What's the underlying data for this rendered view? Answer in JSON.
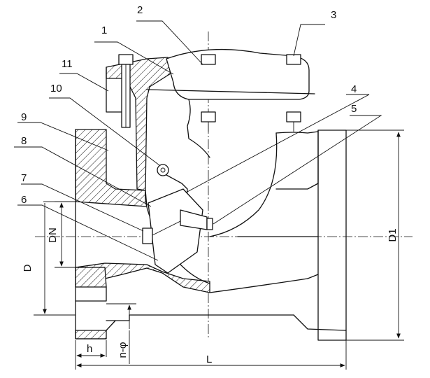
{
  "callouts": [
    "1",
    "2",
    "3",
    "4",
    "5",
    "6",
    "7",
    "8",
    "9",
    "10",
    "11"
  ],
  "dimensions": {
    "dn": "DN",
    "d": "D",
    "d1": "D1",
    "h": "h",
    "n_phi": "n-φ",
    "l": "L"
  },
  "colors": {
    "line": "#111111",
    "background": "#ffffff"
  }
}
